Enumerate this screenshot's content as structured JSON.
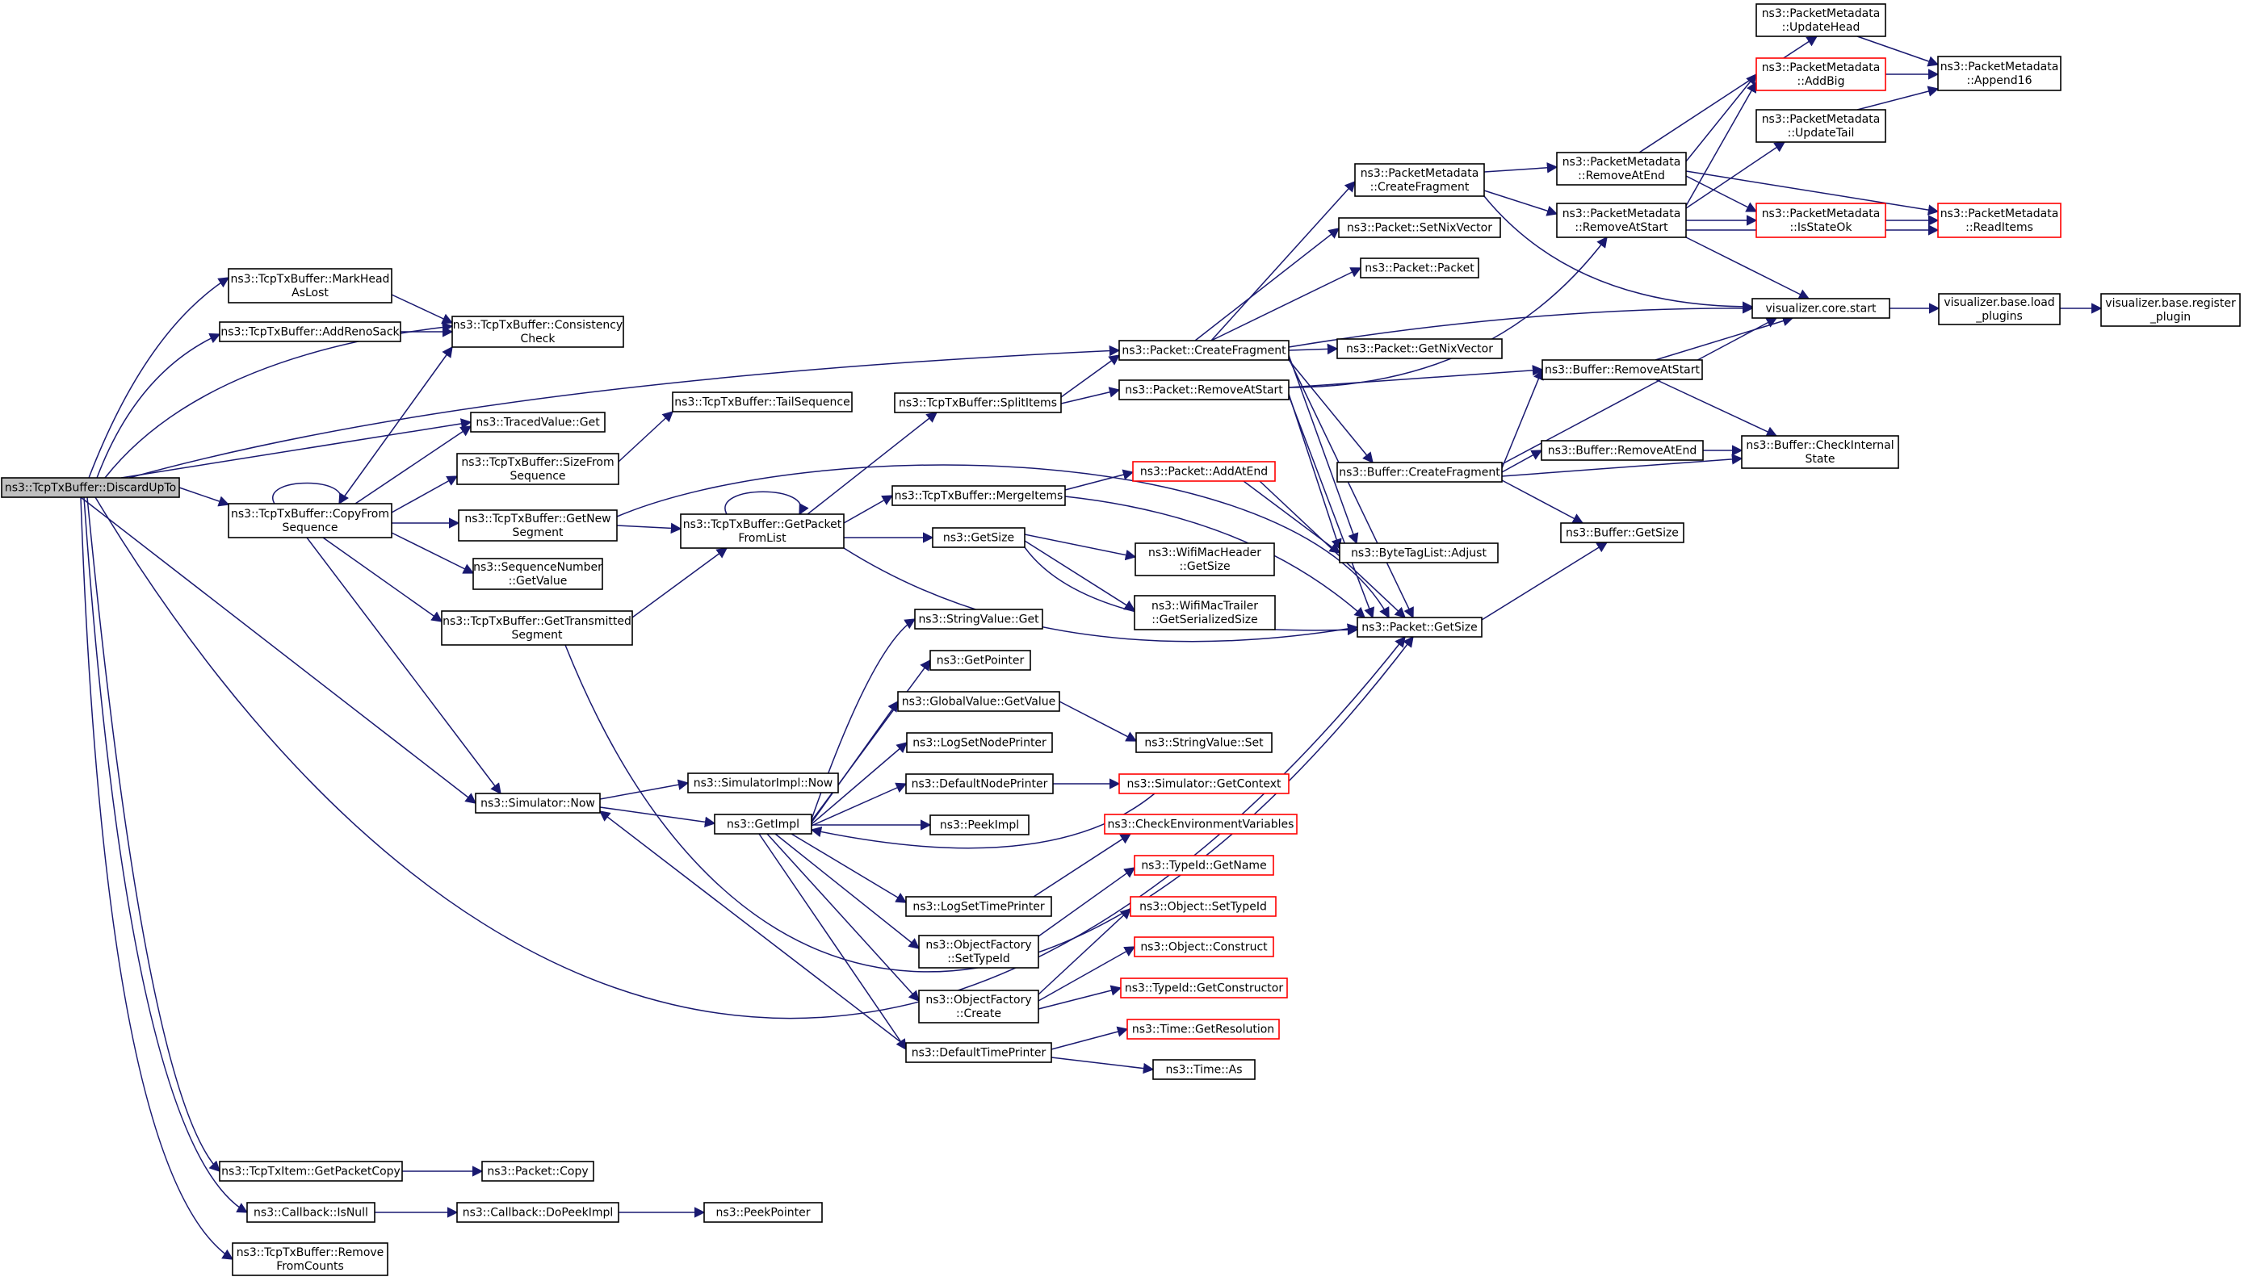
{
  "colors": {
    "edge": "#191970",
    "root_fill": "#bfbfbf",
    "incomplete_border": "#ff0000",
    "border": "#000000"
  },
  "nodes": [
    {
      "id": "root",
      "lines": [
        "ns3::TcpTxBuffer::DiscardUpTo"
      ],
      "root": true
    },
    {
      "id": "markhead",
      "lines": [
        "ns3::TcpTxBuffer::MarkHead",
        "AsLost"
      ]
    },
    {
      "id": "addreno",
      "lines": [
        "ns3::TcpTxBuffer::AddRenoSack"
      ]
    },
    {
      "id": "consistency",
      "lines": [
        "ns3::TcpTxBuffer::Consistency",
        "Check"
      ]
    },
    {
      "id": "tracedget",
      "lines": [
        "ns3::TracedValue::Get"
      ]
    },
    {
      "id": "copyfrom",
      "lines": [
        "ns3::TcpTxBuffer::CopyFrom",
        "Sequence"
      ]
    },
    {
      "id": "sizefrom",
      "lines": [
        "ns3::TcpTxBuffer::SizeFrom",
        "Sequence"
      ]
    },
    {
      "id": "getnew",
      "lines": [
        "ns3::TcpTxBuffer::GetNew",
        "Segment"
      ]
    },
    {
      "id": "seqgetvalue",
      "lines": [
        "ns3::SequenceNumber",
        "::GetValue"
      ]
    },
    {
      "id": "gettransmitted",
      "lines": [
        "ns3::TcpTxBuffer::GetTransmitted",
        "Segment"
      ]
    },
    {
      "id": "simnow",
      "lines": [
        "ns3::Simulator::Now"
      ]
    },
    {
      "id": "tailseq",
      "lines": [
        "ns3::TcpTxBuffer::TailSequence"
      ]
    },
    {
      "id": "getpacket",
      "lines": [
        "ns3::TcpTxBuffer::GetPacket",
        "FromList"
      ]
    },
    {
      "id": "simimplnow",
      "lines": [
        "ns3::SimulatorImpl::Now"
      ]
    },
    {
      "id": "getimpl",
      "lines": [
        "ns3::GetImpl"
      ]
    },
    {
      "id": "splititems",
      "lines": [
        "ns3::TcpTxBuffer::SplitItems"
      ]
    },
    {
      "id": "mergeitems",
      "lines": [
        "ns3::TcpTxBuffer::MergeItems"
      ]
    },
    {
      "id": "getsize",
      "lines": [
        "ns3::GetSize"
      ]
    },
    {
      "id": "stringget",
      "lines": [
        "ns3::StringValue::Get"
      ]
    },
    {
      "id": "getpointer",
      "lines": [
        "ns3::GetPointer"
      ]
    },
    {
      "id": "globalget",
      "lines": [
        "ns3::GlobalValue::GetValue"
      ]
    },
    {
      "id": "logsetnode",
      "lines": [
        "ns3::LogSetNodePrinter"
      ]
    },
    {
      "id": "defnode",
      "lines": [
        "ns3::DefaultNodePrinter"
      ]
    },
    {
      "id": "peekimpl",
      "lines": [
        "ns3::PeekImpl"
      ]
    },
    {
      "id": "logsettime",
      "lines": [
        "ns3::LogSetTimePrinter"
      ]
    },
    {
      "id": "ofsettypeid",
      "lines": [
        "ns3::ObjectFactory",
        "::SetTypeId"
      ]
    },
    {
      "id": "ofcreate",
      "lines": [
        "ns3::ObjectFactory",
        "::Create"
      ]
    },
    {
      "id": "deftime",
      "lines": [
        "ns3::DefaultTimePrinter"
      ]
    },
    {
      "id": "pktcreatefrag",
      "lines": [
        "ns3::Packet::CreateFragment"
      ]
    },
    {
      "id": "pktremoveatstart",
      "lines": [
        "ns3::Packet::RemoveAtStart"
      ]
    },
    {
      "id": "pktaddatend",
      "lines": [
        "ns3::Packet::AddAtEnd"
      ],
      "red": true
    },
    {
      "id": "wifimac",
      "lines": [
        "ns3::WifiMacHeader",
        "::GetSize"
      ]
    },
    {
      "id": "wifitrailer",
      "lines": [
        "ns3::WifiMacTrailer",
        "::GetSerializedSize"
      ]
    },
    {
      "id": "stringset",
      "lines": [
        "ns3::StringValue::Set"
      ]
    },
    {
      "id": "simgetctx",
      "lines": [
        "ns3::Simulator::GetContext"
      ],
      "red": true
    },
    {
      "id": "checkenv",
      "lines": [
        "ns3::CheckEnvironmentVariables"
      ],
      "red": true
    },
    {
      "id": "typeidname",
      "lines": [
        "ns3::TypeId::GetName"
      ],
      "red": true
    },
    {
      "id": "objsettypeid",
      "lines": [
        "ns3::Object::SetTypeId"
      ],
      "red": true
    },
    {
      "id": "objconstruct",
      "lines": [
        "ns3::Object::Construct"
      ],
      "red": true
    },
    {
      "id": "typeidctor",
      "lines": [
        "ns3::TypeId::GetConstructor"
      ],
      "red": true
    },
    {
      "id": "timeres",
      "lines": [
        "ns3::Time::GetResolution"
      ],
      "red": true
    },
    {
      "id": "timeas",
      "lines": [
        "ns3::Time::As"
      ]
    },
    {
      "id": "pmcreatefrag",
      "lines": [
        "ns3::PacketMetadata",
        "::CreateFragment"
      ]
    },
    {
      "id": "setnix",
      "lines": [
        "ns3::Packet::SetNixVector"
      ]
    },
    {
      "id": "pktpkt",
      "lines": [
        "ns3::Packet::Packet"
      ]
    },
    {
      "id": "getnix",
      "lines": [
        "ns3::Packet::GetNixVector"
      ]
    },
    {
      "id": "bufcreatefrag",
      "lines": [
        "ns3::Buffer::CreateFragment"
      ]
    },
    {
      "id": "bytetag",
      "lines": [
        "ns3::ByteTagList::Adjust"
      ]
    },
    {
      "id": "pktgetsize",
      "lines": [
        "ns3::Packet::GetSize"
      ]
    },
    {
      "id": "pmremoveatend",
      "lines": [
        "ns3::PacketMetadata",
        "::RemoveAtEnd"
      ]
    },
    {
      "id": "pmremoveatstart",
      "lines": [
        "ns3::PacketMetadata",
        "::RemoveAtStart"
      ]
    },
    {
      "id": "bufremoveatstart",
      "lines": [
        "ns3::Buffer::RemoveAtStart"
      ]
    },
    {
      "id": "bufremoveatend",
      "lines": [
        "ns3::Buffer::RemoveAtEnd"
      ]
    },
    {
      "id": "bufgetsize",
      "lines": [
        "ns3::Buffer::GetSize"
      ]
    },
    {
      "id": "pmupdatehead",
      "lines": [
        "ns3::PacketMetadata",
        "::UpdateHead"
      ]
    },
    {
      "id": "pmaddbig",
      "lines": [
        "ns3::PacketMetadata",
        "::AddBig"
      ],
      "red": true
    },
    {
      "id": "pmupdatetail",
      "lines": [
        "ns3::PacketMetadata",
        "::UpdateTail"
      ]
    },
    {
      "id": "pmisstateok",
      "lines": [
        "ns3::PacketMetadata",
        "::IsStateOk"
      ],
      "red": true
    },
    {
      "id": "viscore",
      "lines": [
        "visualizer.core.start"
      ]
    },
    {
      "id": "bufcheckinternal",
      "lines": [
        "ns3::Buffer::CheckInternal",
        "State"
      ]
    },
    {
      "id": "pmappend16",
      "lines": [
        "ns3::PacketMetadata",
        "::Append16"
      ]
    },
    {
      "id": "pmreaditems",
      "lines": [
        "ns3::PacketMetadata",
        "::ReadItems"
      ],
      "red": true
    },
    {
      "id": "visload",
      "lines": [
        "visualizer.base.load",
        "_plugins"
      ]
    },
    {
      "id": "visregister",
      "lines": [
        "visualizer.base.register",
        "_plugin"
      ]
    },
    {
      "id": "itemgetcopy",
      "lines": [
        "ns3::TcpTxItem::GetPacketCopy"
      ]
    },
    {
      "id": "pktcopy",
      "lines": [
        "ns3::Packet::Copy"
      ]
    },
    {
      "id": "cbisnull",
      "lines": [
        "ns3::Callback::IsNull"
      ]
    },
    {
      "id": "cbdopeek",
      "lines": [
        "ns3::Callback::DoPeekImpl"
      ]
    },
    {
      "id": "peekpointer",
      "lines": [
        "ns3::PeekPointer"
      ]
    },
    {
      "id": "removefromcounts",
      "lines": [
        "ns3::TcpTxBuffer::Remove",
        "FromCounts"
      ]
    }
  ]
}
